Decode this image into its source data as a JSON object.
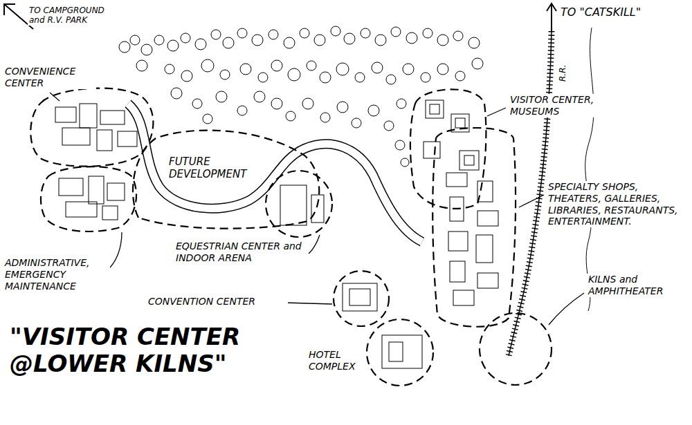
{
  "diagram": {
    "title": "\"VISITOR CENTER @LOWER KILNS\"",
    "nodes": [
      {
        "text": [
          "FUTURE DEVELOPMENT"
        ]
      }
    ],
    "labels": [
      "TO CAMPGROUND and R.V. PARK",
      "TO \"CATSKILL\"",
      "R.R.",
      "CONVENIENCE CENTER",
      "VISITOR CENTER, MUSEUMS",
      "SPECIALTY SHOPS, THEATERS, GALLERIES, LIBRARIES, RESTAURANTS, ENTERTAINMENT.",
      "EQUESTRIAN CENTER and INDOOR ARENA",
      "ADMINISTRATIVE, EMERGENCY MAINTENANCE",
      "CONVENTION CENTER",
      "KILNS and AMPHITHEATER",
      "HOTEL COMPLEX"
    ]
  }
}
